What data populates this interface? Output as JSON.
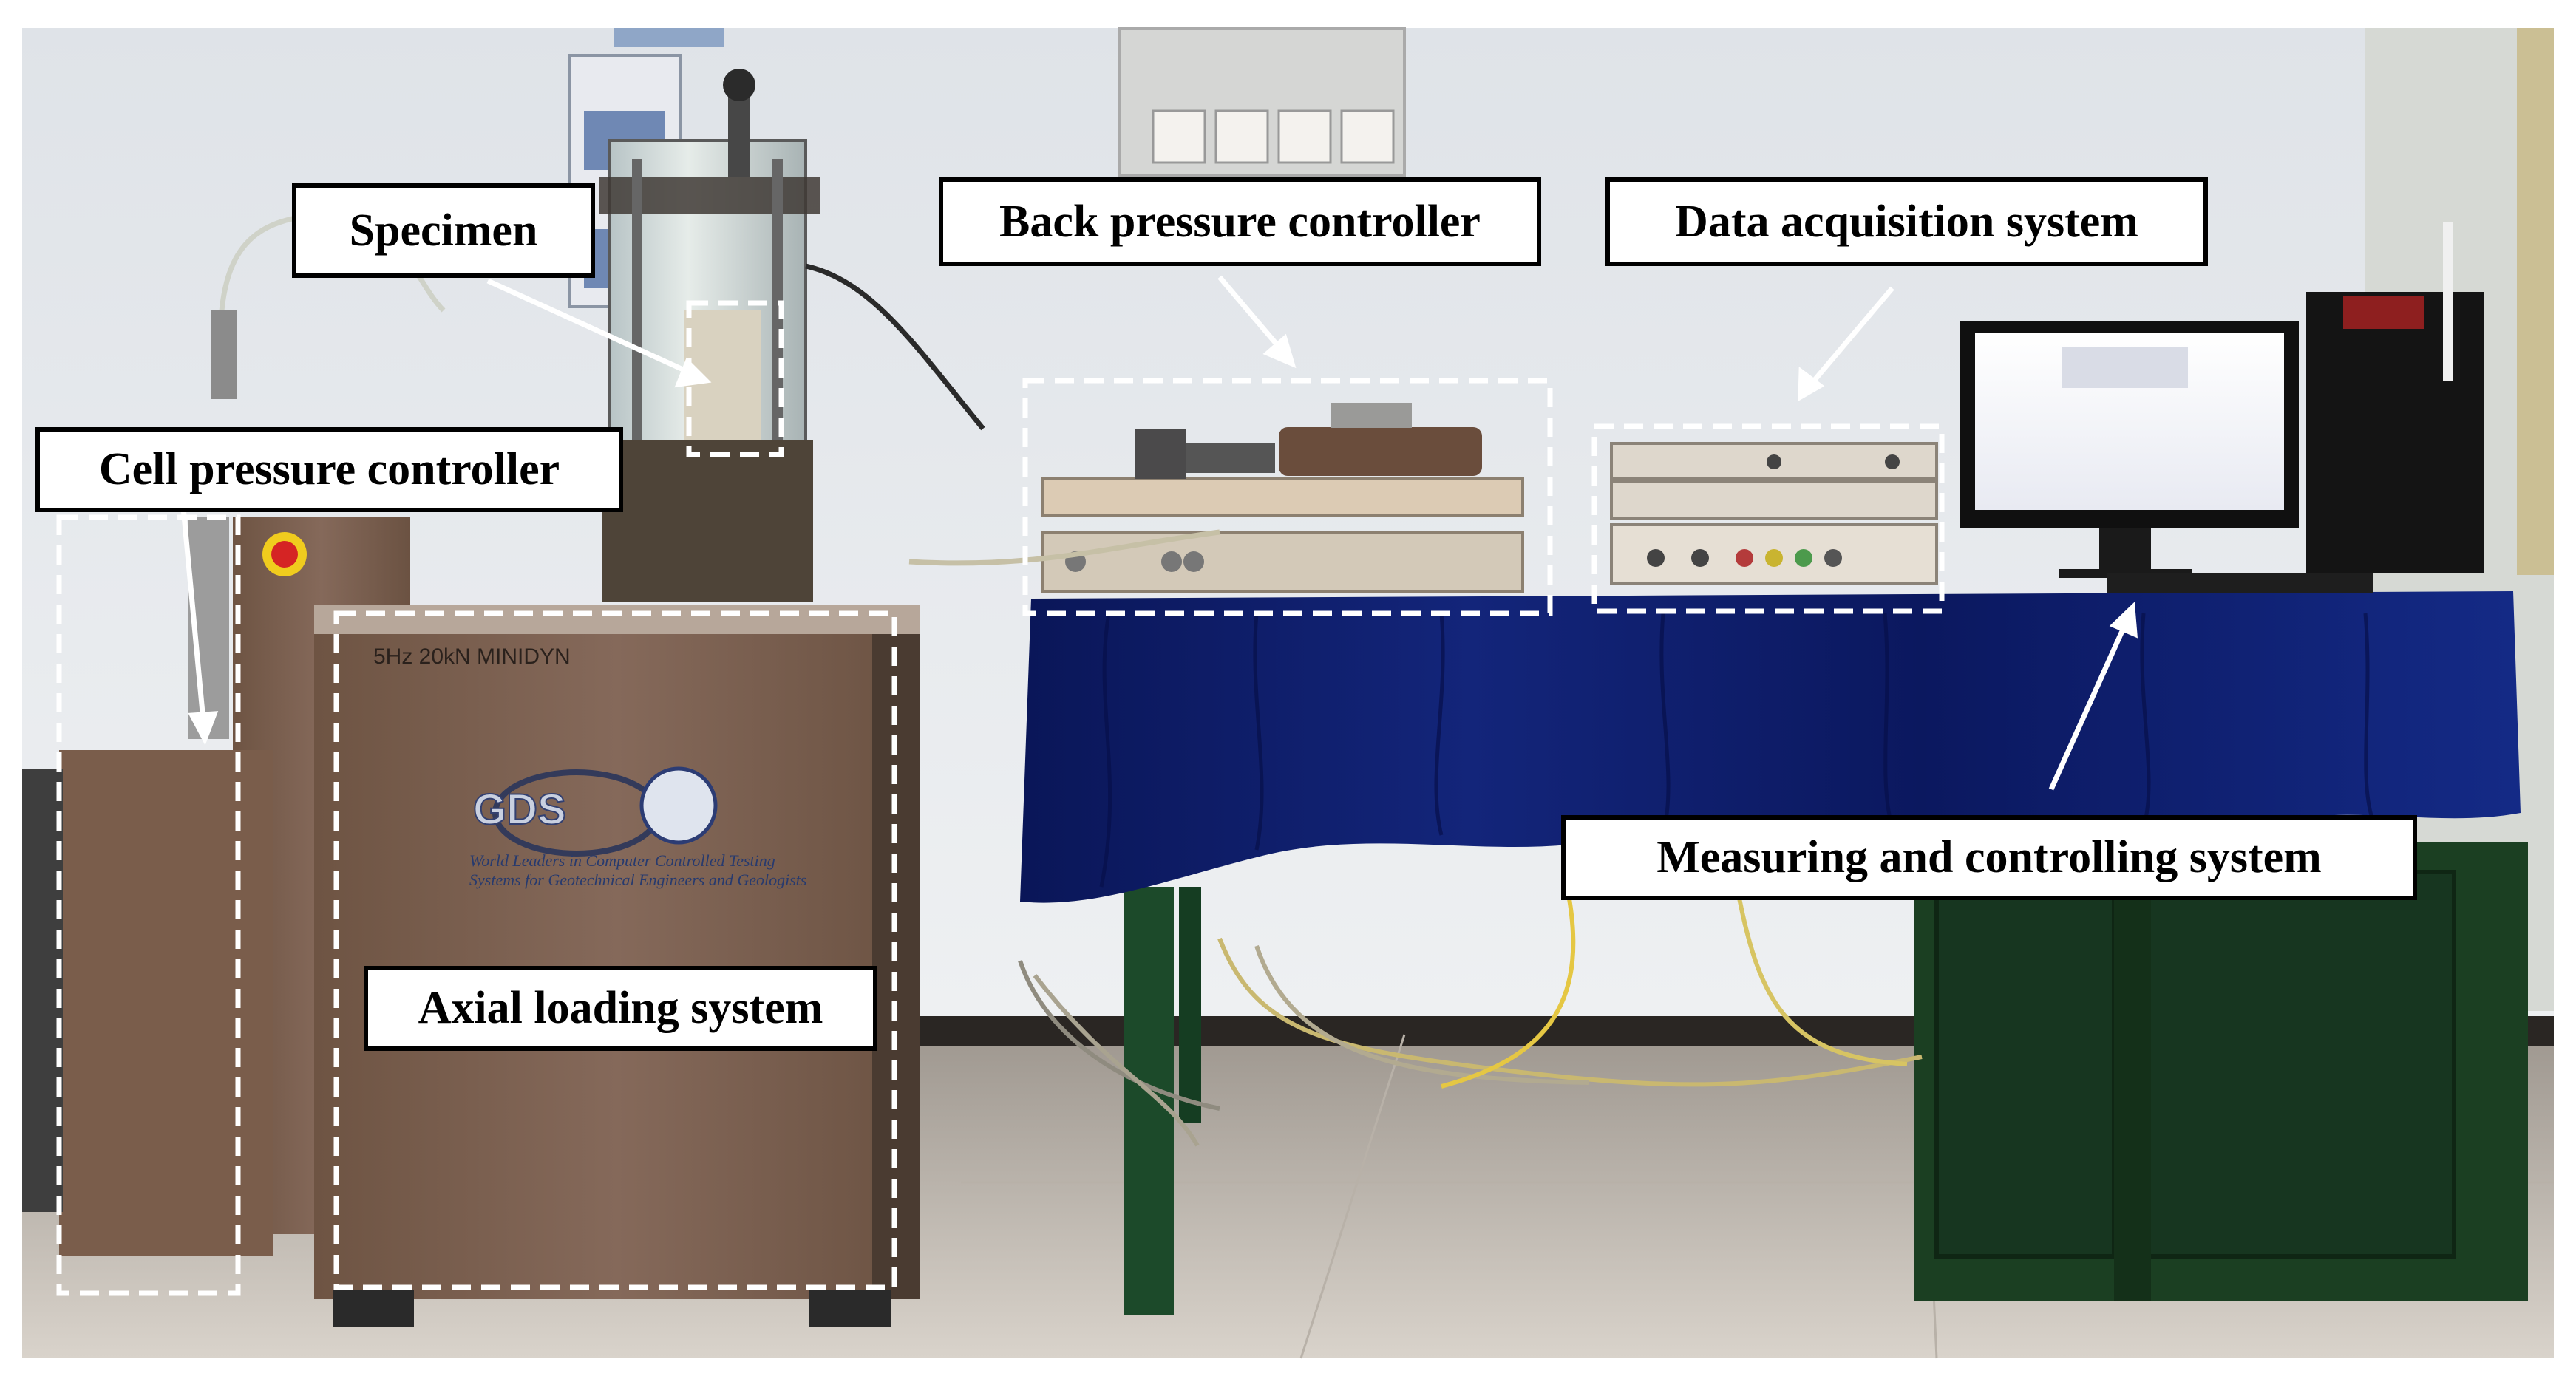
{
  "labels": {
    "specimen": "Specimen",
    "back_pressure_controller": "Back pressure controller",
    "data_acquisition_system": "Data acquisition system",
    "cell_pressure_controller": "Cell pressure controller",
    "axial_loading_system": "Axial loading system",
    "measuring_and_controlling_system": "Measuring and controlling system"
  },
  "equipment_text": {
    "frame_model": "5Hz 20kN MINIDYN",
    "brand": "GDS",
    "tagline_1": "World Leaders in Computer Controlled Testing",
    "tagline_2": "Systems for Geotechnical Engineers and Geologists"
  },
  "colors": {
    "wall": "#e8ebee",
    "tablecloth": "#0c1a66",
    "cabinet": "#7d6350",
    "floor": "#cfc8bf",
    "table_leg": "#1c4a2a",
    "label_border": "#000000",
    "dashed_frame": "#ffffff"
  }
}
